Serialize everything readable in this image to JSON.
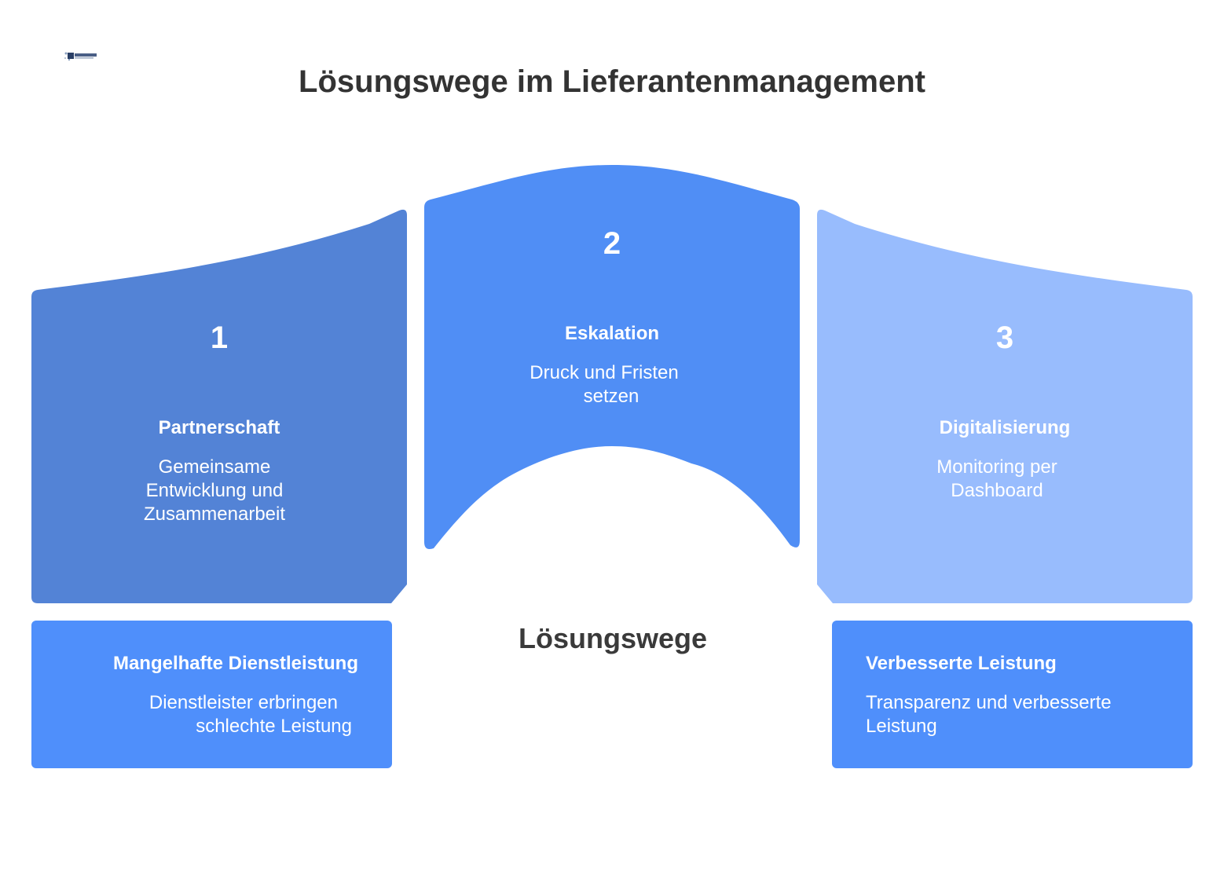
{
  "title": "Lösungswege im Lieferantenmanagement",
  "center_label": "Lösungswege",
  "colors": {
    "panel_left": "#5383d6",
    "panel_middle": "#508ef5",
    "panel_right": "#98bcfd",
    "bottom_box": "#4f8ffb",
    "text_dark": "#333333"
  },
  "columns": [
    {
      "number": "1",
      "heading": "Partnerschaft",
      "description_lines": [
        "Gemeinsame",
        "Entwicklung und",
        "Zusammenarbeit"
      ]
    },
    {
      "number": "2",
      "heading": "Eskalation",
      "description_lines": [
        "Druck und Fristen",
        "setzen"
      ]
    },
    {
      "number": "3",
      "heading": "Digitalisierung",
      "description_lines": [
        "Monitoring per",
        "Dashboard"
      ]
    }
  ],
  "bottom_left": {
    "heading": "Mangelhafte Dienstleistung",
    "description_lines": [
      "Dienstleister erbringen",
      "schlechte Leistung"
    ]
  },
  "bottom_right": {
    "heading": "Verbesserte Leistung",
    "description_lines": [
      "Transparenz und verbesserte",
      "Leistung"
    ]
  }
}
